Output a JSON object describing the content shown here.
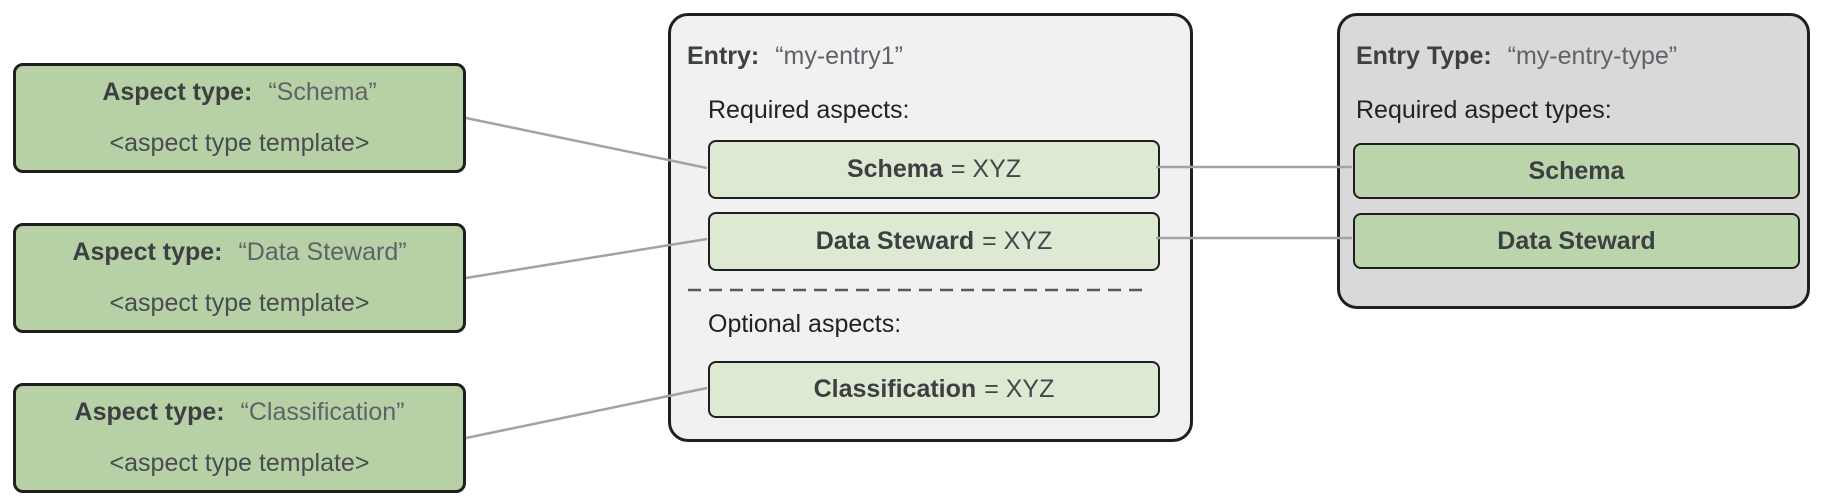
{
  "colors": {
    "aspect_card_green": "#b8d0a6",
    "entry_pill_green": "#dde9d3",
    "entry_type_pill_green": "#bcd4ab",
    "entry_bg": "#f1f1f1",
    "entry_type_bg": "#d9d9d9",
    "border_dark": "#1f1f1f",
    "connector_gray": "#a3a3a3"
  },
  "aspect_types": [
    {
      "label": "Aspect type:",
      "name": "“Schema”",
      "template": "<aspect type template>"
    },
    {
      "label": "Aspect type:",
      "name": "“Data Steward”",
      "template": "<aspect type template>"
    },
    {
      "label": "Aspect type:",
      "name": "“Classification”",
      "template": "<aspect type template>"
    }
  ],
  "entry": {
    "label": "Entry:",
    "name": "“my-entry1”",
    "required_heading": "Required aspects:",
    "required": [
      {
        "name": "Schema",
        "value": "= XYZ"
      },
      {
        "name": "Data Steward",
        "value": "= XYZ"
      }
    ],
    "optional_heading": "Optional aspects:",
    "optional": [
      {
        "name": "Classification",
        "value": "= XYZ"
      }
    ]
  },
  "entry_type": {
    "label": "Entry Type:",
    "name": "“my-entry-type”",
    "required_heading": "Required aspect types:",
    "required": [
      {
        "name": "Schema"
      },
      {
        "name": "Data Steward"
      }
    ]
  }
}
